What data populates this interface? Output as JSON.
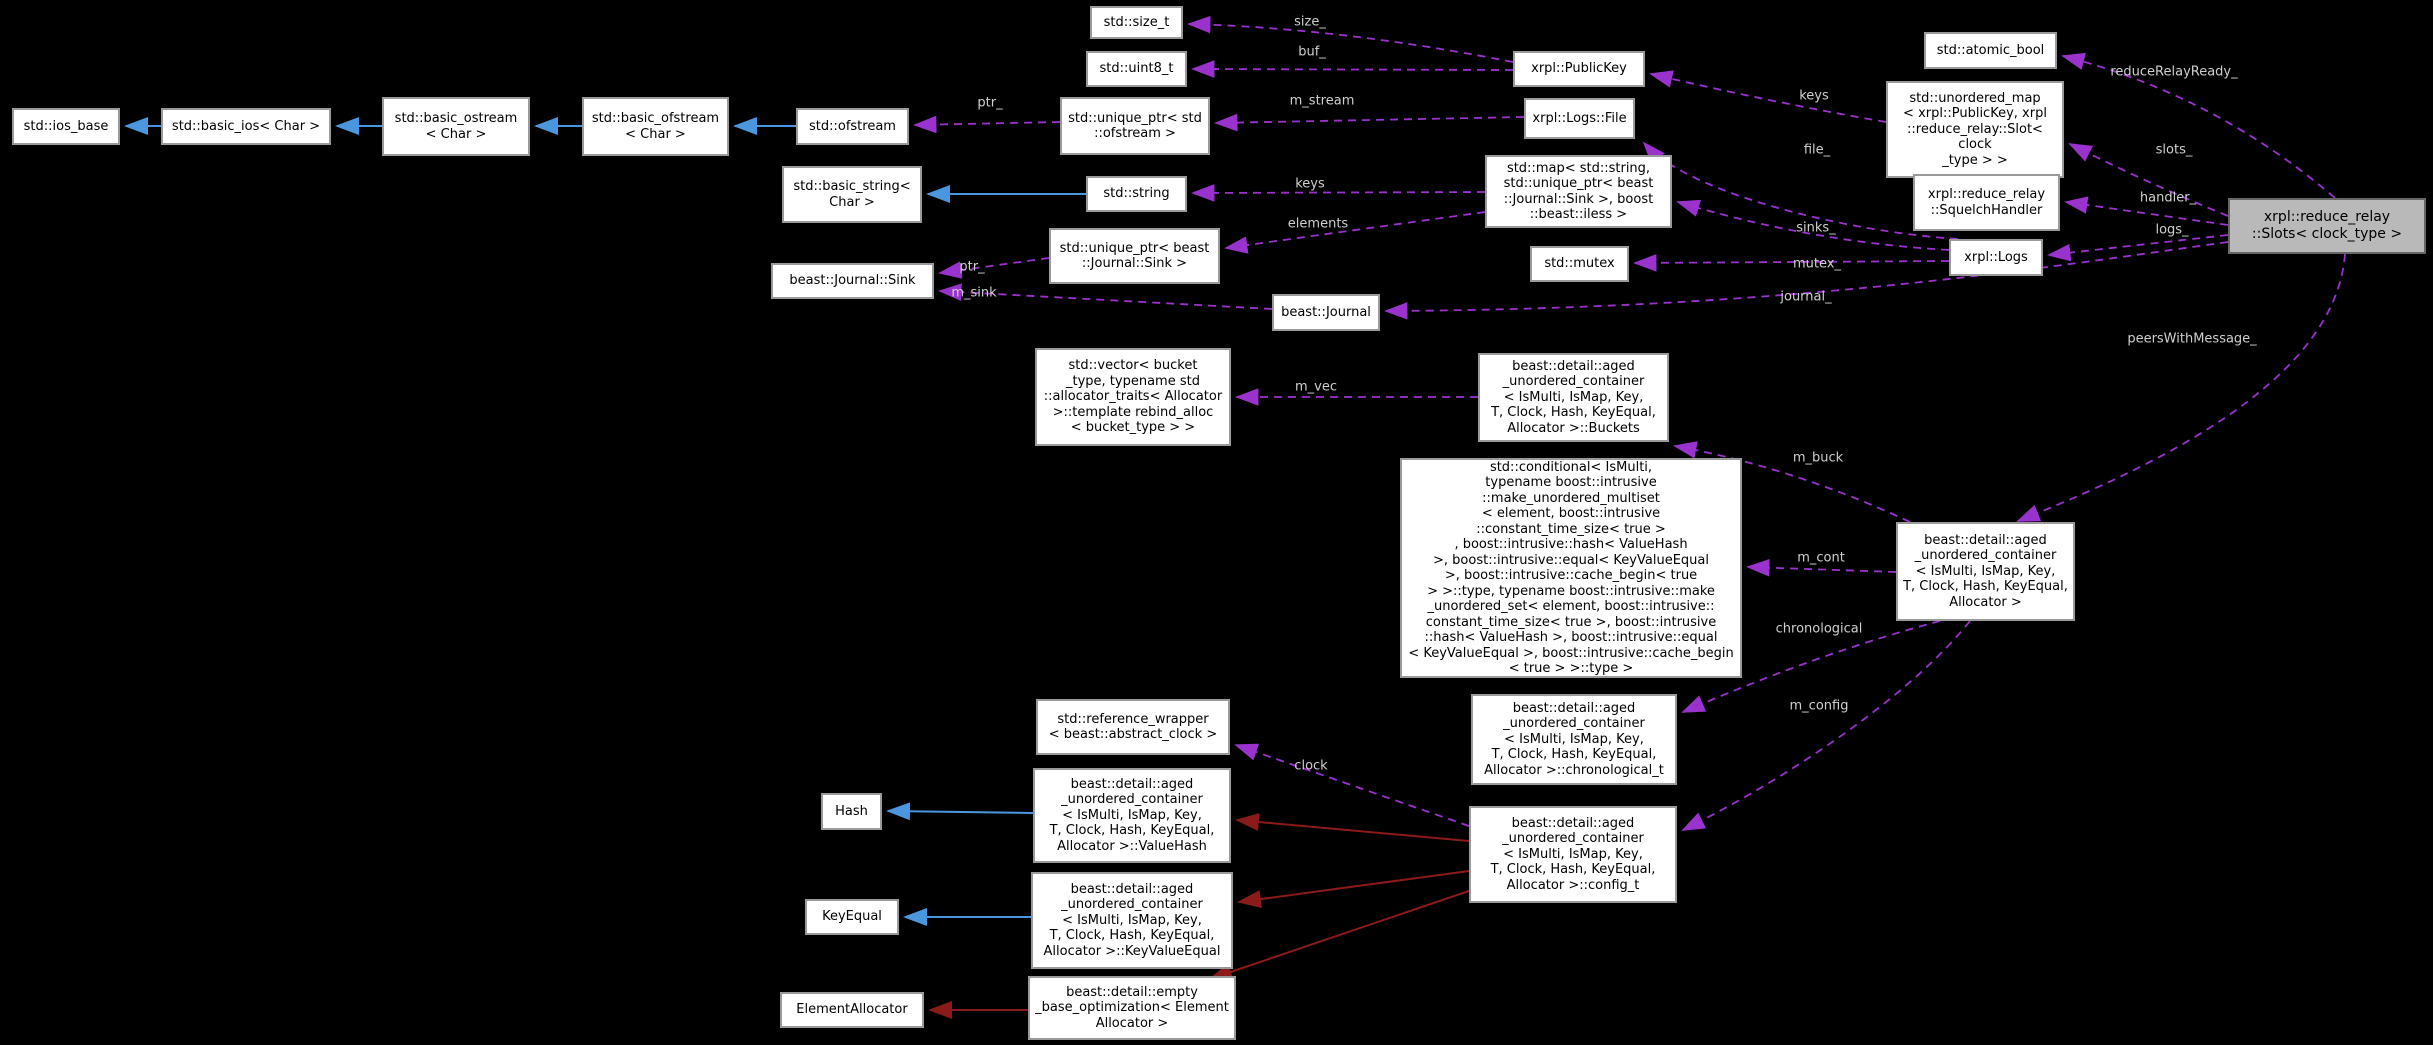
{
  "diagram_title": "Collaboration graph for xrpl::reduce_relay::Slots< clock_type >",
  "colors": {
    "background": "#000000",
    "public_inheritance_edge": "#4a97e0",
    "private_inheritance_edge": "#8b1a1a",
    "usage_edge": "#9a32cd",
    "node_background": "#ffffff",
    "main_node_background": "#b9b9b9",
    "edge_label_text": "#cfcfcf",
    "node_text": "#000000"
  },
  "nodes": {
    "ios_base": {
      "label": "std::ios_base"
    },
    "basic_ios": {
      "label": "std::basic_ios< Char >"
    },
    "basic_ostream": {
      "label": "std::basic_ostream\n< Char >"
    },
    "basic_ofstream": {
      "label": "std::basic_ofstream\n< Char >"
    },
    "ofstream": {
      "label": "std::ofstream"
    },
    "size_t": {
      "label": "std::size_t"
    },
    "uint8_t": {
      "label": "std::uint8_t"
    },
    "uptr_ofstream": {
      "label": "std::unique_ptr< std\n::ofstream >"
    },
    "publickey": {
      "label": "xrpl::PublicKey"
    },
    "logsfile": {
      "label": "xrpl::Logs::File"
    },
    "basic_string": {
      "label": "std::basic_string<\nChar >"
    },
    "string": {
      "label": "std::string"
    },
    "mapnode": {
      "label": "std::map< std::string,\nstd::unique_ptr< beast\n::Journal::Sink >, boost\n::beast::iless >"
    },
    "uptr_sink": {
      "label": "std::unique_ptr< beast\n::Journal::Sink >"
    },
    "journal_sink": {
      "label": "beast::Journal::Sink"
    },
    "mutex": {
      "label": "std::mutex"
    },
    "journal": {
      "label": "beast::Journal"
    },
    "atomic_bool": {
      "label": "std::atomic_bool"
    },
    "unordered_map": {
      "label": "std::unordered_map\n< xrpl::PublicKey, xrpl\n::reduce_relay::Slot< clock\n_type > >"
    },
    "squelch_handler": {
      "label": "xrpl::reduce_relay\n::SquelchHandler"
    },
    "logs": {
      "label": "xrpl::Logs"
    },
    "slots_main": {
      "label": "xrpl::reduce_relay\n::Slots< clock_type >"
    },
    "vector_buckets": {
      "label": "std::vector< bucket\n_type, typename std\n::allocator_traits< Allocator\n>::template rebind_alloc\n< bucket_type > >"
    },
    "buckets": {
      "label": "beast::detail::aged\n_unordered_container\n< IsMulti, IsMap, Key,\nT, Clock, Hash, KeyEqual,\nAllocator >::Buckets"
    },
    "conditional": {
      "label": "std::conditional< IsMulti,\ntypename boost::intrusive\n::make_unordered_multiset\n< element, boost::intrusive\n::constant_time_size< true >\n, boost::intrusive::hash< ValueHash\n>, boost::intrusive::equal< KeyValueEqual\n>, boost::intrusive::cache_begin< true\n> >::type, typename boost::intrusive::make\n_unordered_set< element, boost::intrusive::\nconstant_time_size< true >, boost::intrusive\n::hash< ValueHash >, boost::intrusive::equal\n< KeyValueEqual >, boost::intrusive::cache_begin\n< true > >::type >"
    },
    "aged_container": {
      "label": "beast::detail::aged\n_unordered_container\n< IsMulti, IsMap, Key,\nT, Clock, Hash, KeyEqual,\nAllocator >"
    },
    "reference_wrapper": {
      "label": "std::reference_wrapper\n< beast::abstract_clock >"
    },
    "chronological_t": {
      "label": "beast::detail::aged\n_unordered_container\n< IsMulti, IsMap, Key,\nT, Clock, Hash, KeyEqual,\nAllocator >::chronological_t"
    },
    "config_t": {
      "label": "beast::detail::aged\n_unordered_container\n< IsMulti, IsMap, Key,\nT, Clock, Hash, KeyEqual,\nAllocator >::config_t"
    },
    "hash": {
      "label": "Hash"
    },
    "value_hash": {
      "label": "beast::detail::aged\n_unordered_container\n< IsMulti, IsMap, Key,\nT, Clock, Hash, KeyEqual,\nAllocator >::ValueHash"
    },
    "key_equal": {
      "label": "KeyEqual"
    },
    "key_value_equal": {
      "label": "beast::detail::aged\n_unordered_container\n< IsMulti, IsMap, Key,\nT, Clock, Hash, KeyEqual,\nAllocator >::KeyValueEqual"
    },
    "element_allocator": {
      "label": "ElementAllocator"
    },
    "empty_base_optimization": {
      "label": "beast::detail::empty\n_base_optimization< Element\nAllocator >"
    }
  },
  "edge_labels": {
    "size": "size_",
    "buf": "buf_",
    "m_stream": "m_stream",
    "ptr_top": "ptr_",
    "keys_pk": "keys",
    "file": "file_",
    "keys_str": "keys",
    "elements": "elements",
    "ptr_sink": "ptr_",
    "m_sink": "m_sink",
    "sinks": "sinks_",
    "mutex": "mutex_",
    "journal": "journal_",
    "reduce_relay_ready": "reduceRelayReady_",
    "slots": "slots_",
    "handler": "handler_",
    "logs": "logs_",
    "peers_with_message": "peersWithMessage_",
    "m_vec": "m_vec",
    "m_buck": "m_buck",
    "m_cont": "m_cont",
    "chronological": "chronological",
    "m_config": "m_config",
    "clock": "clock"
  }
}
